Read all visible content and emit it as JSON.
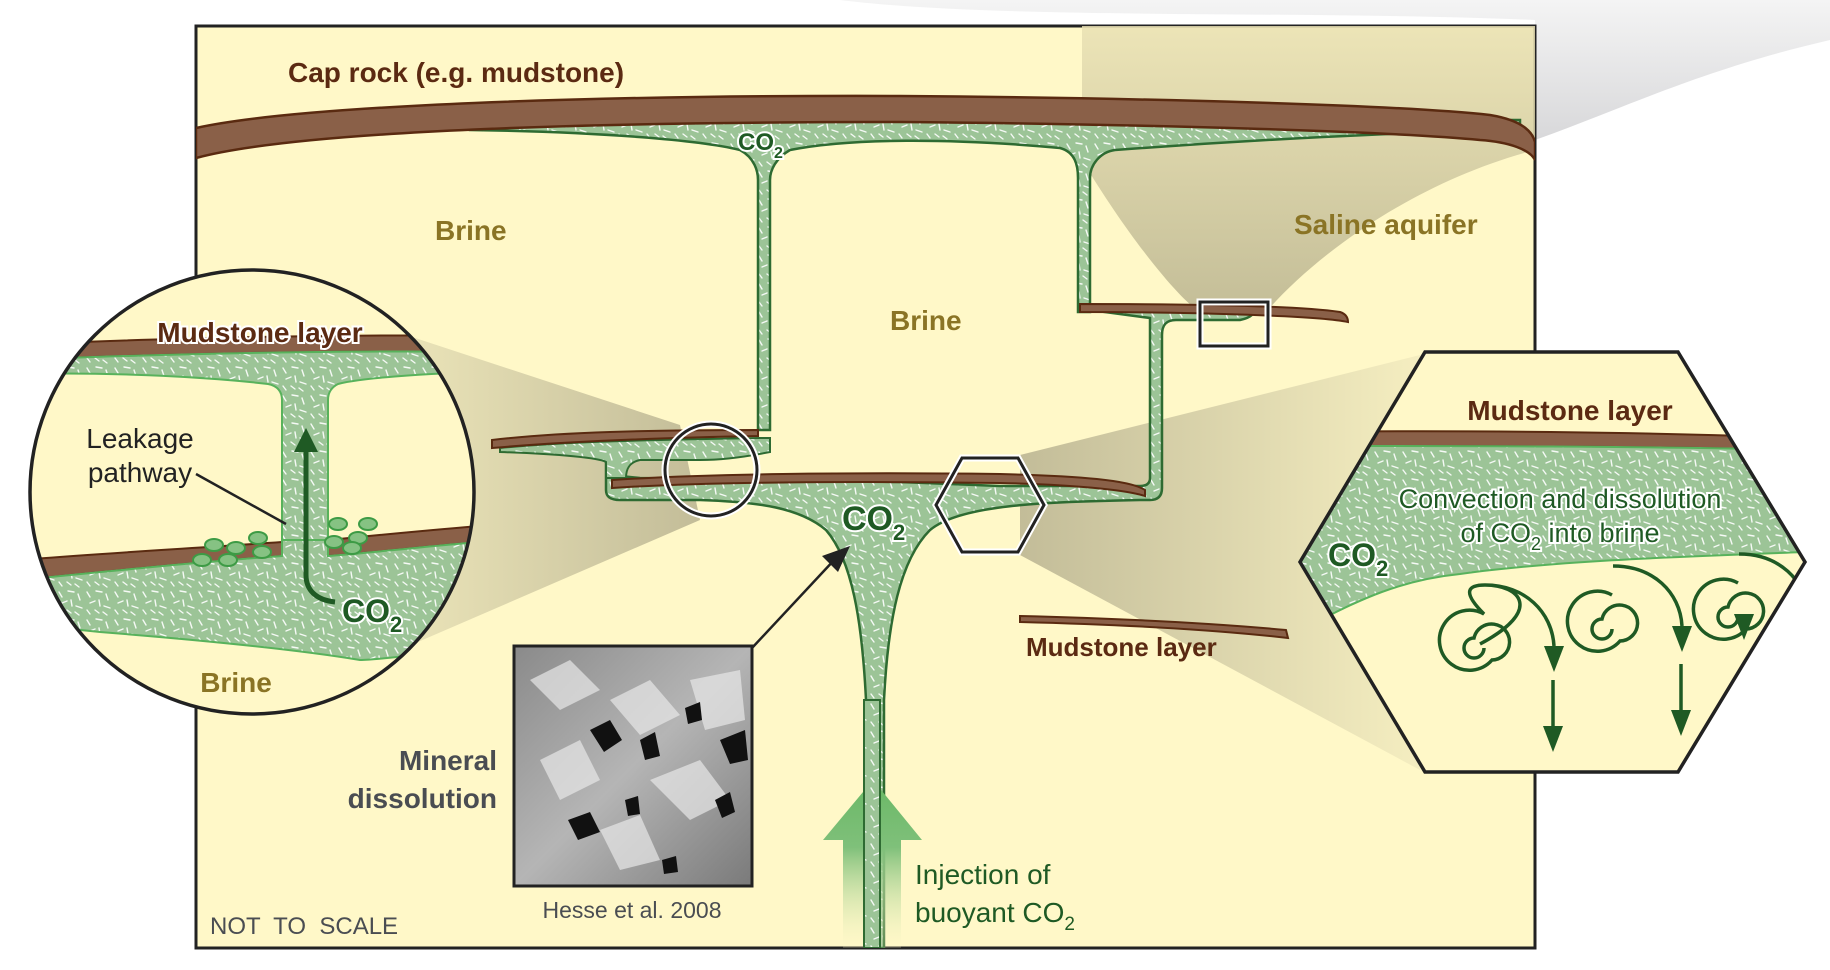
{
  "diagram": {
    "title_labels": {
      "cap_rock": "Cap rock (e.g. mudstone)",
      "brine_left": "Brine",
      "brine_center": "Brine",
      "saline_aquifer": "Saline aquifer",
      "co2_top": "CO",
      "co2_top_sub": "2",
      "co2_center": "CO",
      "co2_center_sub": "2",
      "mudstone_lower": "Mudstone layer",
      "mineral_dissolution_line1": "Mineral",
      "mineral_dissolution_line2": "dissolution",
      "photo_credit": "Hesse et al. 2008",
      "injection_line1": "Injection of",
      "injection_line2": "buoyant CO",
      "injection_sub": "2",
      "not_to_scale": "NOT  TO  SCALE"
    },
    "circle_inset": {
      "mudstone": "Mudstone layer",
      "leakage_line1": "Leakage",
      "leakage_line2": "pathway",
      "co2": "CO",
      "co2_sub": "2",
      "brine": "Brine"
    },
    "hex_inset": {
      "mudstone": "Mudstone layer",
      "convection_line1": "Convection and dissolution",
      "convection_line2_a": "of CO",
      "convection_line2_sub": "2",
      "convection_line2_b": " into brine",
      "co2": "CO",
      "co2_sub": "2"
    },
    "colors": {
      "background": "#fff8c8",
      "mudstone": "#8a6048",
      "mudstone_edge": "#5a2a10",
      "co2_fill": "#9cc497",
      "co2_edge": "#2e6b32",
      "label_brown": "#5b2a12",
      "label_olive": "#8a7425",
      "label_dark_green": "#1f5a24",
      "label_gray": "#4a4d52",
      "frame": "#222222",
      "shadow": "#c9c29a"
    }
  }
}
